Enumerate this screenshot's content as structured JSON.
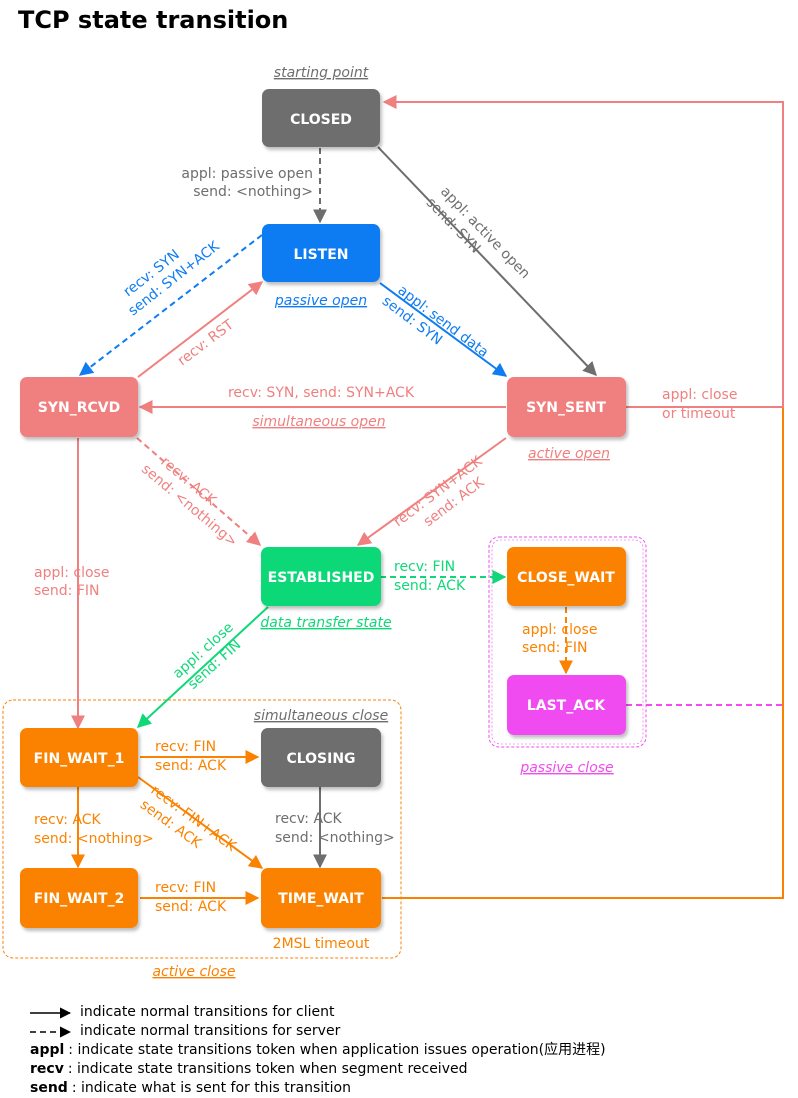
{
  "title": "TCP state transition",
  "colors": {
    "grey": "#6e6e6e",
    "blue": "#0f7cf2",
    "salmon": "#f07f7f",
    "green": "#10d878",
    "orange": "#fb8200",
    "magenta": "#f04cf0"
  },
  "states": {
    "closed": "CLOSED",
    "listen": "LISTEN",
    "syn_rcvd": "SYN_RCVD",
    "syn_sent": "SYN_SENT",
    "established": "ESTABLISHED",
    "close_wait": "CLOSE_WAIT",
    "last_ack": "LAST_ACK",
    "fin_wait_1": "FIN_WAIT_1",
    "closing": "CLOSING",
    "fin_wait_2": "FIN_WAIT_2",
    "time_wait": "TIME_WAIT"
  },
  "captions": {
    "starting_point": "starting point",
    "passive_open": "passive open",
    "active_open": "active open",
    "simultaneous_open": "simultaneous open",
    "data_transfer_state": "data transfer state",
    "simultaneous_close": "simultaneous close",
    "passive_close": "passive close",
    "active_close": "active close",
    "msl_timeout": "2MSL timeout"
  },
  "transitions": {
    "closed_listen": [
      "appl: passive open",
      "send: <nothing>"
    ],
    "closed_synsent": [
      "appl: active open",
      "send: SYN"
    ],
    "listen_synrcvd": [
      "recv: SYN",
      "send: SYN+ACK"
    ],
    "synrcvd_listen": [
      "recv: RST"
    ],
    "listen_synsent": [
      "appl: send data",
      "send: SYN"
    ],
    "synsent_synrcvd": [
      "recv: SYN, send: SYN+ACK"
    ],
    "synsent_closed": [
      "appl: close",
      "or timeout"
    ],
    "synrcvd_established": [
      "recv: ACK",
      "send: <nothing>"
    ],
    "synsent_established": [
      "recv: SYN+ACK",
      "send: ACK"
    ],
    "synrcvd_finwait1": [
      "appl: close",
      "send: FIN"
    ],
    "established_closewait": [
      "recv: FIN",
      "send: ACK"
    ],
    "closewait_lastack": [
      "appl: close",
      "send: FIN"
    ],
    "established_finwait1": [
      "appl: close",
      "send: FIN"
    ],
    "finwait1_closing": [
      "recv: FIN",
      "send: ACK"
    ],
    "finwait1_finwait2": [
      "recv: ACK",
      "send: <nothing>"
    ],
    "finwait1_timewait": [
      "recv: FIN+ACK",
      "send: ACK"
    ],
    "closing_timewait": [
      "recv: ACK",
      "send: <nothing>"
    ],
    "finwait2_timewait": [
      "recv: FIN",
      "send: ACK"
    ]
  },
  "legend": {
    "solid": "indicate normal transitions for client",
    "dashed": "indicate normal transitions for server",
    "appl_key": "appl",
    "appl_desc": ": indicate state transitions token when application issues operation(应用进程)",
    "recv_key": "recv",
    "recv_desc": ": indicate state transitions token when segment received",
    "send_key": "send",
    "send_desc": ": indicate what is sent for this transition"
  }
}
